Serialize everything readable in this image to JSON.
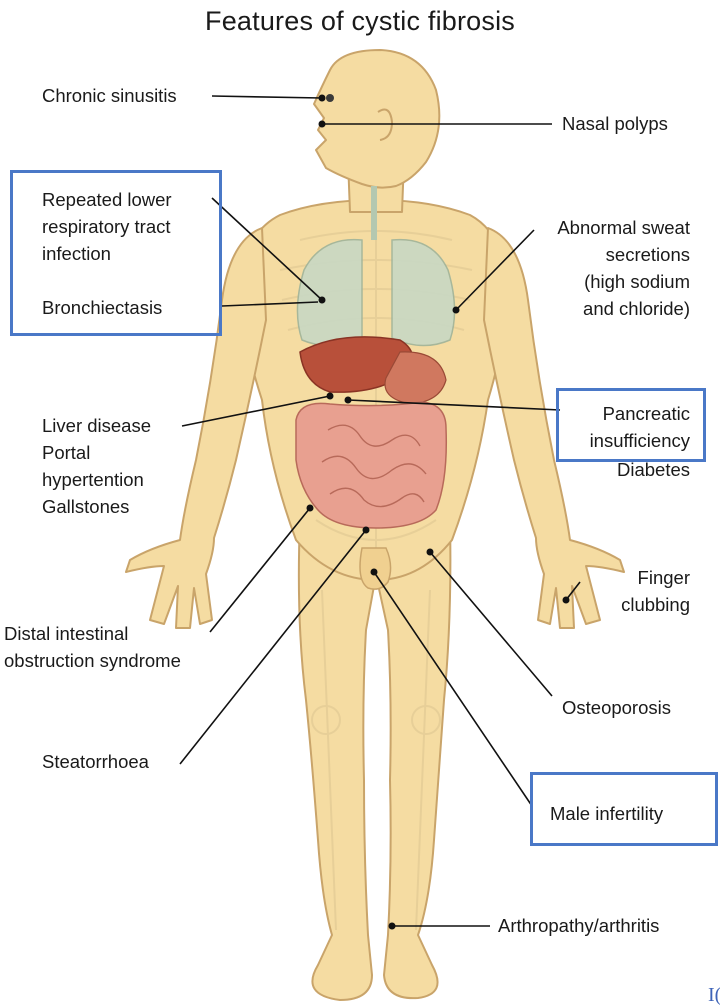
{
  "title": "Features of cystic fibrosis",
  "labels": {
    "chronic_sinusitis": "Chronic sinusitis",
    "nasal_polyps": "Nasal polyps",
    "repeated_lower_rti": "Repeated lower\nrespiratory tract\ninfection",
    "bronchiectasis": "Bronchiectasis",
    "abnormal_sweat": "Abnormal sweat\nsecretions\n(high sodium\nand chloride)",
    "liver_disease": "Liver disease\nPortal\nhypertention\nGallstones",
    "pancreatic_insufficiency": "Pancreatic\ninsufficiency",
    "diabetes": "Diabetes",
    "finger_clubbing": "Finger\nclubbing",
    "dios": "Distal intestinal\nobstruction syndrome",
    "osteoporosis": "Osteoporosis",
    "steatorrhoea": "Steatorrhoea",
    "male_infertility": "Male infertility",
    "arthropathy": "Arthropathy/arthritis"
  },
  "highlighted": [
    "repeated_lower_rti",
    "bronchiectasis",
    "pancreatic_insufficiency",
    "male_infertility"
  ],
  "corner_mark": "I(",
  "colors": {
    "skin": "#f5dca2",
    "skin_outline": "#c9a46a",
    "bone": "#fbf0d2",
    "lung": "#c8d8c4",
    "liver": "#b8503a",
    "intestine": "#e8a090",
    "highlight_box": "#4a78c7",
    "leader_line": "#111111"
  }
}
